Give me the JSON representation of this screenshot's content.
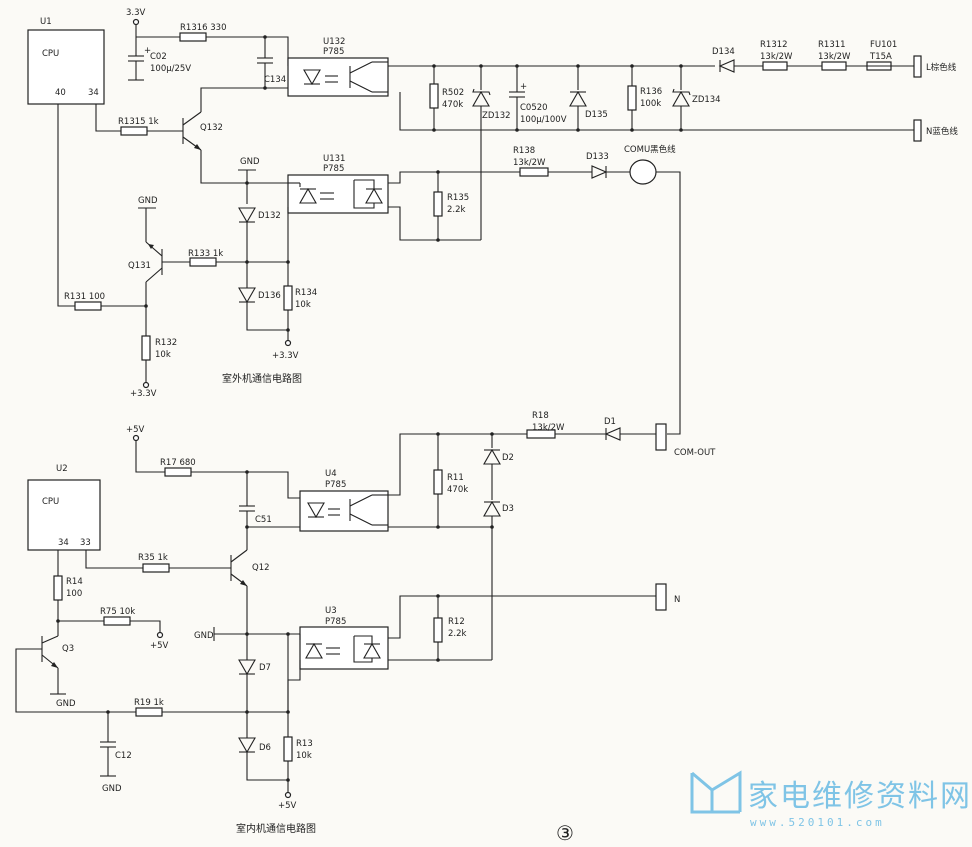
{
  "outdoor": {
    "caption": "室外机通信电路图",
    "cpu": {
      "ref": "U1",
      "name": "CPU",
      "pin40": "40",
      "pin34": "34"
    },
    "supply_33": "3.3V",
    "c02": {
      "ref": "C02",
      "value": "100μ/25V"
    },
    "r1316": {
      "ref": "R1316",
      "value": "330"
    },
    "c134": {
      "ref": "C134"
    },
    "u132": {
      "ref": "U132",
      "model": "P785"
    },
    "u131": {
      "ref": "U131",
      "model": "P785"
    },
    "r1315": {
      "ref": "R1315",
      "value": "1k"
    },
    "q132": "Q132",
    "q131": "Q131",
    "gnd1": "GND",
    "gnd2": "GND",
    "r133": {
      "ref": "R133",
      "value": "1k"
    },
    "d132": "D132",
    "d136": "D136",
    "r134": {
      "ref": "R134",
      "value": "10k"
    },
    "r131": {
      "ref": "R131",
      "value": "100"
    },
    "r132": {
      "ref": "R132",
      "value": "10k"
    },
    "v33a": "+3.3V",
    "v33b": "+3.3V",
    "r502": {
      "ref": "R502",
      "value": "470k"
    },
    "zd132": "ZD132",
    "c0520": {
      "ref": "C0520",
      "value": "100μ/100V"
    },
    "d135": "D135",
    "r136": {
      "ref": "R136",
      "value": "100k"
    },
    "zd134": "ZD134",
    "d134": "D134",
    "r1312": {
      "ref": "R1312",
      "value": "13k/2W"
    },
    "r1311": {
      "ref": "R1311",
      "value": "13k/2W"
    },
    "fu101": {
      "ref": "FU101",
      "value": "T15A"
    },
    "l_line": "L棕色线",
    "n_line": "N蓝色线",
    "r135": {
      "ref": "R135",
      "value": "2.2k"
    },
    "r138": {
      "ref": "R138",
      "value": "13k/2W"
    },
    "d133": "D133",
    "comu": "COMU黑色线"
  },
  "indoor": {
    "caption": "室内机通信电路图",
    "cpu": {
      "ref": "U2",
      "name": "CPU",
      "pin34": "34",
      "pin33": "33"
    },
    "v5_top": "+5V",
    "r17": {
      "ref": "R17",
      "value": "680"
    },
    "c51": "C51",
    "u4": {
      "ref": "U4",
      "model": "P785"
    },
    "u3": {
      "ref": "U3",
      "model": "P785"
    },
    "r35": {
      "ref": "R35",
      "value": "1k"
    },
    "q12": "Q12",
    "r14": {
      "ref": "R14",
      "value": "100"
    },
    "r75": {
      "ref": "R75",
      "value": "10k"
    },
    "v5_r75": "+5V",
    "q3": "Q3",
    "gnd_q3": "GND",
    "gnd_mid": "GND",
    "d7": "D7",
    "r19": {
      "ref": "R19",
      "value": "1k"
    },
    "c12": "C12",
    "gnd_c12": "GND",
    "d6": "D6",
    "r13": {
      "ref": "R13",
      "value": "10k"
    },
    "v5_bot": "+5V",
    "r11": {
      "ref": "R11",
      "value": "470k"
    },
    "d2": "D2",
    "d3": "D3",
    "r18": {
      "ref": "R18",
      "value": "13k/2W"
    },
    "d1": "D1",
    "com_out": "COM-OUT",
    "r12": {
      "ref": "R12",
      "value": "2.2k"
    },
    "n": "N"
  },
  "figure_number": "③",
  "watermark": {
    "text": "家电维修资料网",
    "url": "www.520101.com"
  }
}
